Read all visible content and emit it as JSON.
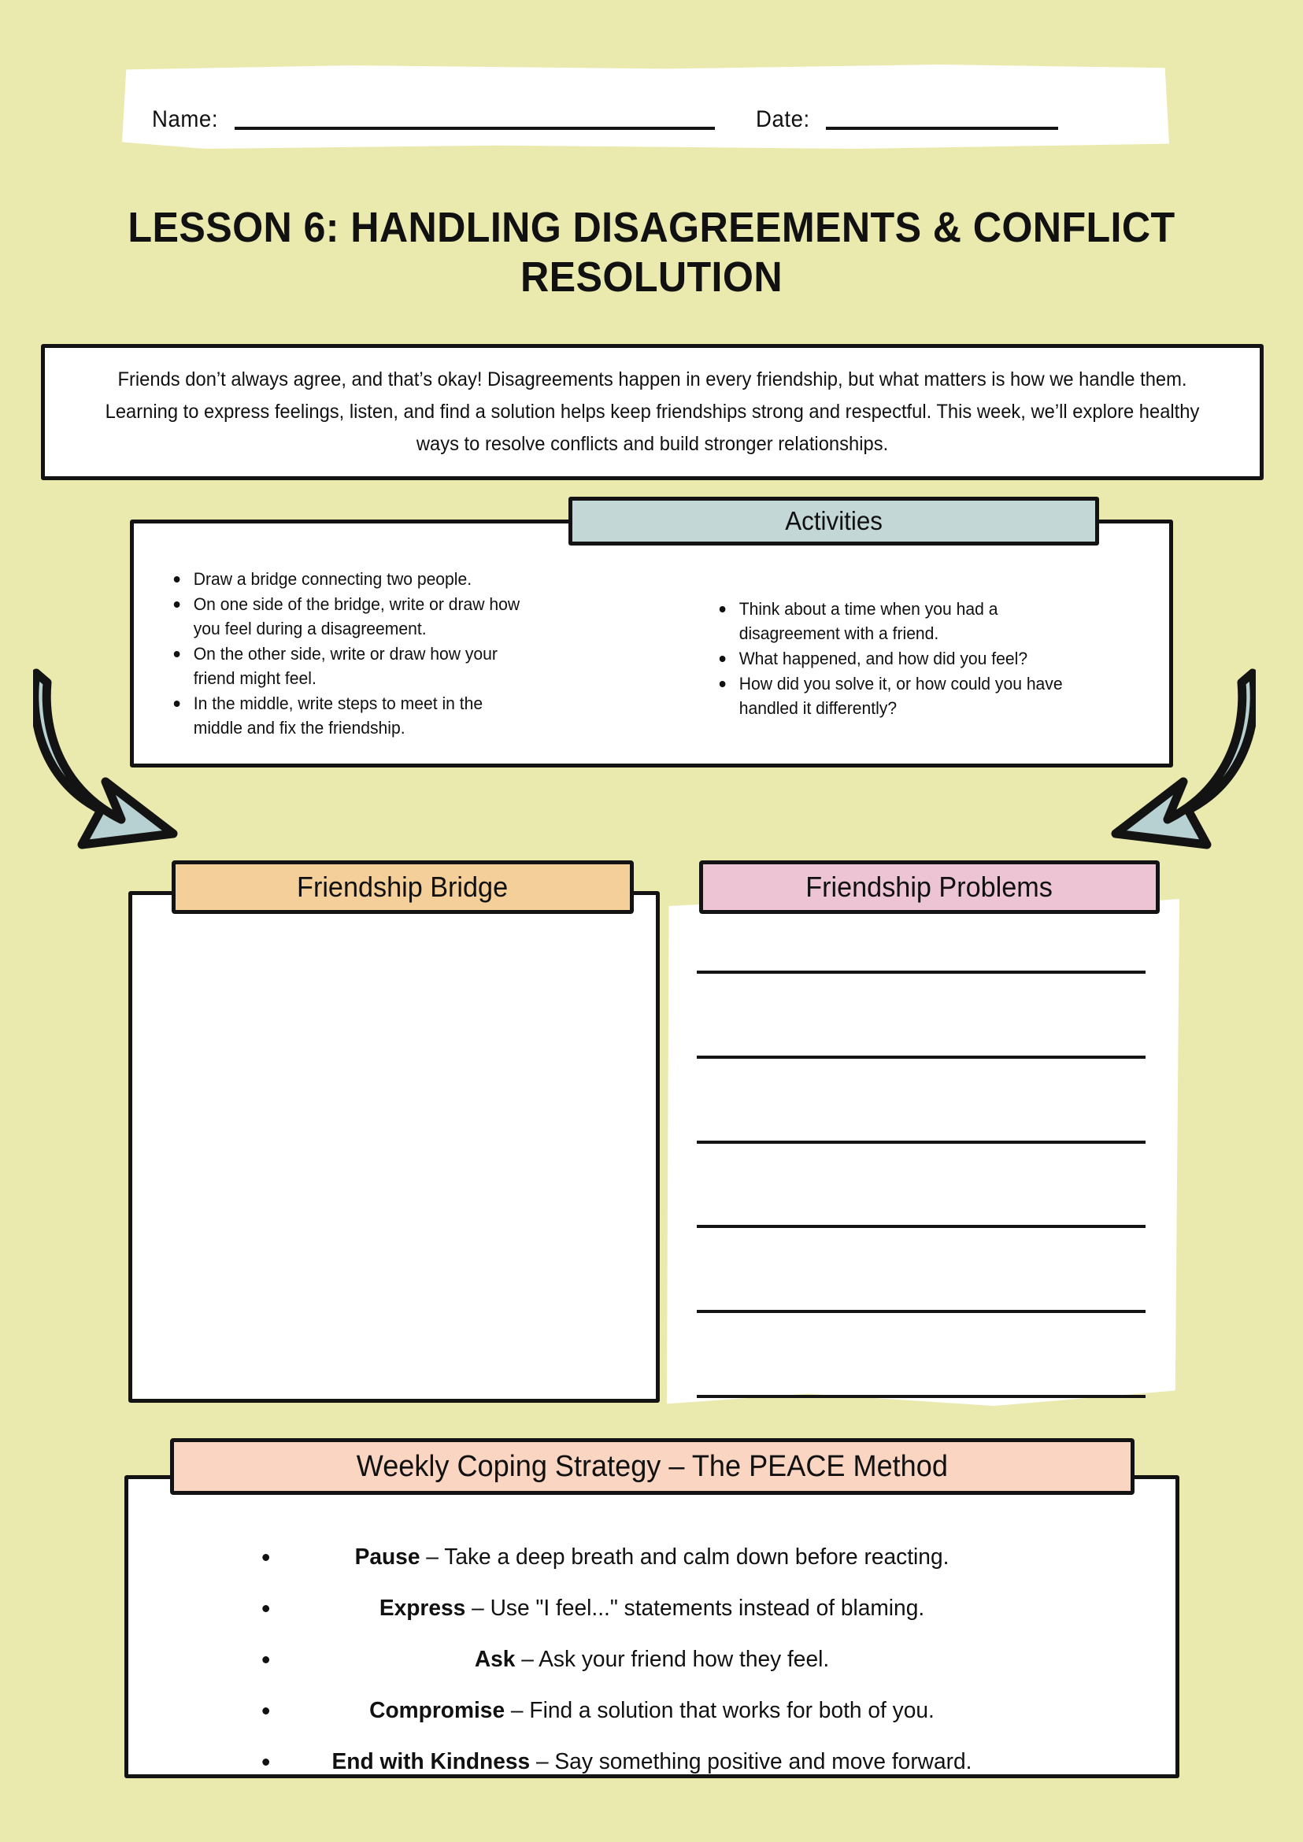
{
  "page": {
    "background_color": "#eaeaae",
    "title": "LESSON 6: HANDLING DISAGREEMENTS & CONFLICT RESOLUTION"
  },
  "header": {
    "name_label": "Name:",
    "date_label": "Date:"
  },
  "intro": {
    "text": "Friends don’t always agree, and that’s okay! Disagreements happen in every friendship, but what matters is how we handle them. Learning to express feelings, listen, and find a solution helps keep friendships strong and respectful. This week, we’ll explore healthy ways to resolve conflicts and build stronger relationships."
  },
  "activities": {
    "heading": "Activities",
    "heading_color": "#c3d7d7",
    "left_items": [
      "Draw a bridge connecting two people.",
      "On one side of the bridge, write or draw how you feel during a disagreement.",
      "On the other side, write or draw how your friend might feel.",
      "In the middle, write steps to meet in the middle and fix the friendship."
    ],
    "right_items": [
      "Think about a time when you had a disagreement with a friend.",
      "What happened, and how did you feel?",
      "How did you solve it, or how could you have handled it differently?"
    ]
  },
  "arrows": {
    "color": "#b7d0d2",
    "left_name": "curved-arrow-down-left",
    "right_name": "curved-arrow-down-right"
  },
  "bridge_panel": {
    "heading": "Friendship Bridge",
    "heading_color": "#f5cf9a"
  },
  "problems_panel": {
    "heading": "Friendship Problems",
    "heading_color": "#edc4d4",
    "line_count": 6
  },
  "peace_panel": {
    "heading": "Weekly Coping Strategy – The PEACE Method",
    "heading_color": "#fad5c2",
    "items": [
      {
        "key": "Pause",
        "desc": " – Take a deep breath and calm down before reacting."
      },
      {
        "key": "Express",
        "desc": " – Use \"I feel...\" statements instead of blaming."
      },
      {
        "key": "Ask",
        "desc": " – Ask your friend how they feel."
      },
      {
        "key": "Compromise",
        "desc": " – Find a solution that works for both of you."
      },
      {
        "key": "End with Kindness",
        "desc": " – Say something positive and move forward."
      }
    ]
  }
}
